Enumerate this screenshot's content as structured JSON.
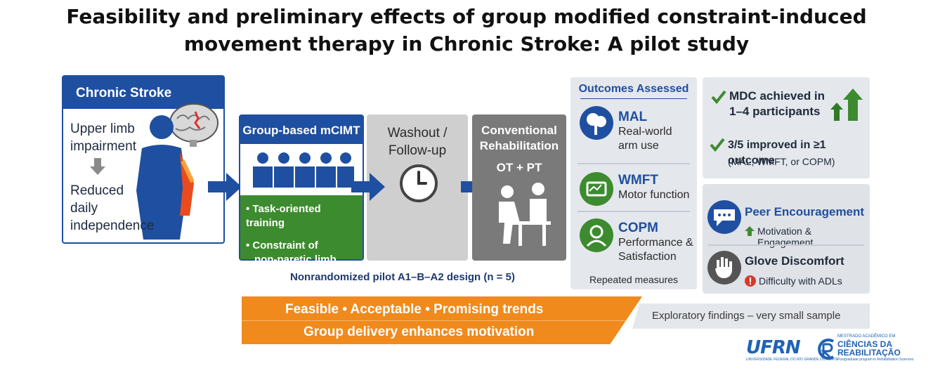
{
  "title": {
    "line1": "Feasibility and preliminary effects of group modified constraint-induced",
    "line2": "movement therapy in Chronic Stroke: A pilot study"
  },
  "stroke": {
    "header": "Chronic Stroke",
    "line1": "Upper limb",
    "line2": "impairment",
    "line3": "Reduced",
    "line4": "daily",
    "line5": "independence"
  },
  "mcimt": {
    "header": "Group-based mCIMT",
    "item1": "• Task-oriented training",
    "item2_line1": "• Constraint of",
    "item2_line2": "non-paretic limb"
  },
  "washout": {
    "line1": "Washout /",
    "line2": "Follow-up"
  },
  "conventional": {
    "line1": "Conventional",
    "line2": "Rehabilitation",
    "sub": "OT + PT"
  },
  "design": "Nonrandomized pilot A1–B–A2 design (n = 5)",
  "outcomes": {
    "title": "Outcomes Assessed",
    "items": [
      {
        "name": "MAL",
        "desc1": "Real-world",
        "desc2": "arm use"
      },
      {
        "name": "WMFT",
        "desc1": "Motor function",
        "desc2": ""
      },
      {
        "name": "COPM",
        "desc1": "Performance &",
        "desc2": "Satisfaction"
      }
    ],
    "footer": "Repeated measures"
  },
  "results": {
    "r1_line1": "MDC achieved in",
    "r1_line2": "1–4 participants",
    "r2_line1": "3/5 improved in ≥1 outcome",
    "r2_line2": "(MAL, WMFT, or COPM)"
  },
  "qualitative": {
    "peer_title": "Peer Encouragement",
    "peer_sub": "Motivation & Engagement",
    "glove_title": "Glove Discomfort",
    "glove_sub": "Difficulty with ADLs"
  },
  "summary": {
    "line1": "Feasible • Acceptable • Promising trends",
    "line2": "Group delivery enhances motivation",
    "note": "Exploratory findings – very small sample"
  },
  "logos": {
    "ufrn": "UFRN",
    "ufrn_sub": "UNIVERSIDADE FEDERAL DO RIO GRANDE DO NORTE",
    "mestrado": "MESTRADO ACADÊMICO EM",
    "ciencias1": "CIÊNCIAS DA",
    "ciencias2": "REABILITAÇÃO",
    "postg": "Postgraduate program in Rehabilitation Sciences"
  },
  "colors": {
    "navy": "#1f4fa0",
    "green": "#3d8b2f",
    "orange": "#f08a1c",
    "grey": "#7a7a7a"
  }
}
